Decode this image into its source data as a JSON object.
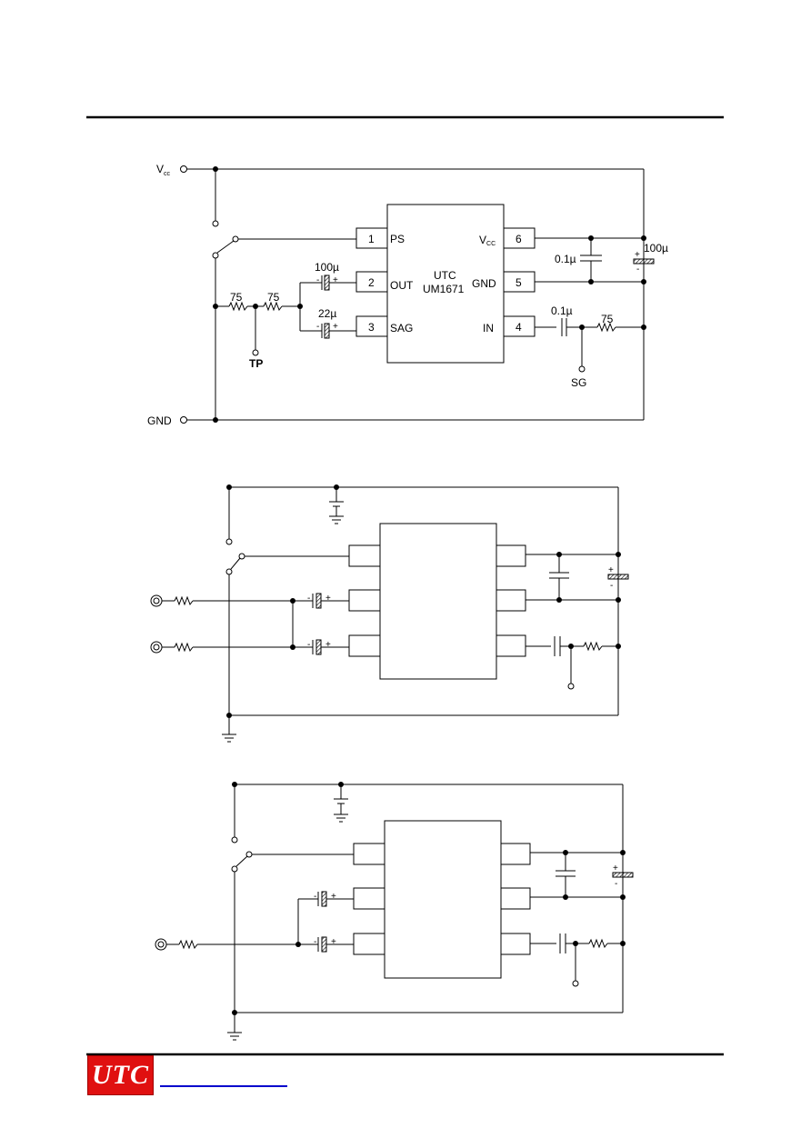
{
  "circuit1": {
    "vcc_label": "V",
    "vcc_sub": "cc",
    "gnd_label": "GND",
    "tp_label": "TP",
    "sg_label": "SG",
    "ic_name1": "UTC",
    "ic_name2": "UM1671",
    "pins": [
      {
        "num": "1",
        "name": "PS"
      },
      {
        "num": "2",
        "name": "OUT"
      },
      {
        "num": "3",
        "name": "SAG"
      },
      {
        "num": "4",
        "name": "IN"
      },
      {
        "num": "5",
        "name": "GND"
      },
      {
        "num": "6",
        "name": "V",
        "sub": "CC"
      }
    ],
    "r1": "75",
    "r2": "75",
    "r3": "75",
    "c_out": "100µ",
    "c_sag": "22µ",
    "c_vcc": "0.1µ",
    "c_in": "0.1µ",
    "c_bulk": "100µ",
    "plus": "+",
    "minus": "-"
  },
  "colors": {
    "line": "#000000",
    "logo_bg": "#e01010",
    "link": "#0000cc"
  },
  "footer": {
    "logo_text": "UTC"
  }
}
